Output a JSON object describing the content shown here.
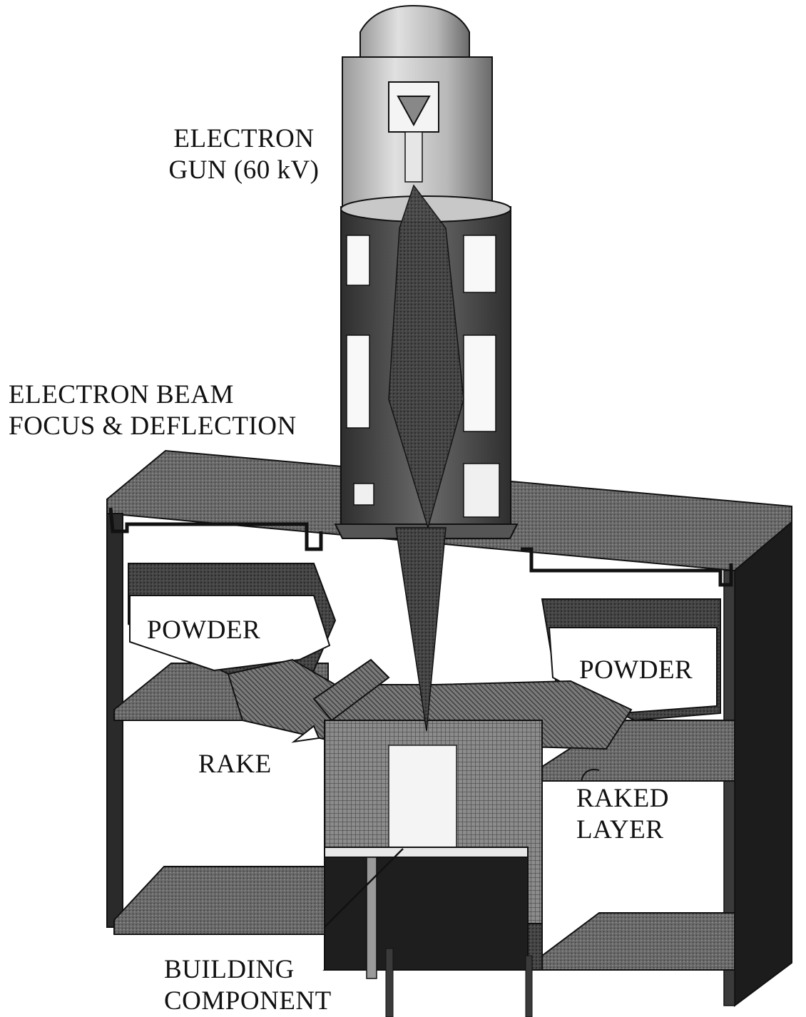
{
  "labels": {
    "electron_gun": {
      "line1": "ELECTRON",
      "line2": "GUN (60 kV)"
    },
    "beam_focus": {
      "line1": "ELECTRON BEAM",
      "line2": "FOCUS & DEFLECTION"
    },
    "powder_left": "POWDER",
    "powder_right": "POWDER",
    "rake": "RAKE",
    "raked_layer": {
      "line1": "RAKED",
      "line2": "LAYER"
    },
    "building_component": {
      "line1": "BUILDING",
      "line2": "COMPONENT"
    }
  },
  "colors": {
    "background": "#ffffff",
    "dark_metal": "#2a2a2a",
    "mid_metal": "#6e6e6e",
    "light_metal": "#bdbdbd",
    "powder": "#8a8a8a",
    "beam": "#3a3a3a"
  }
}
